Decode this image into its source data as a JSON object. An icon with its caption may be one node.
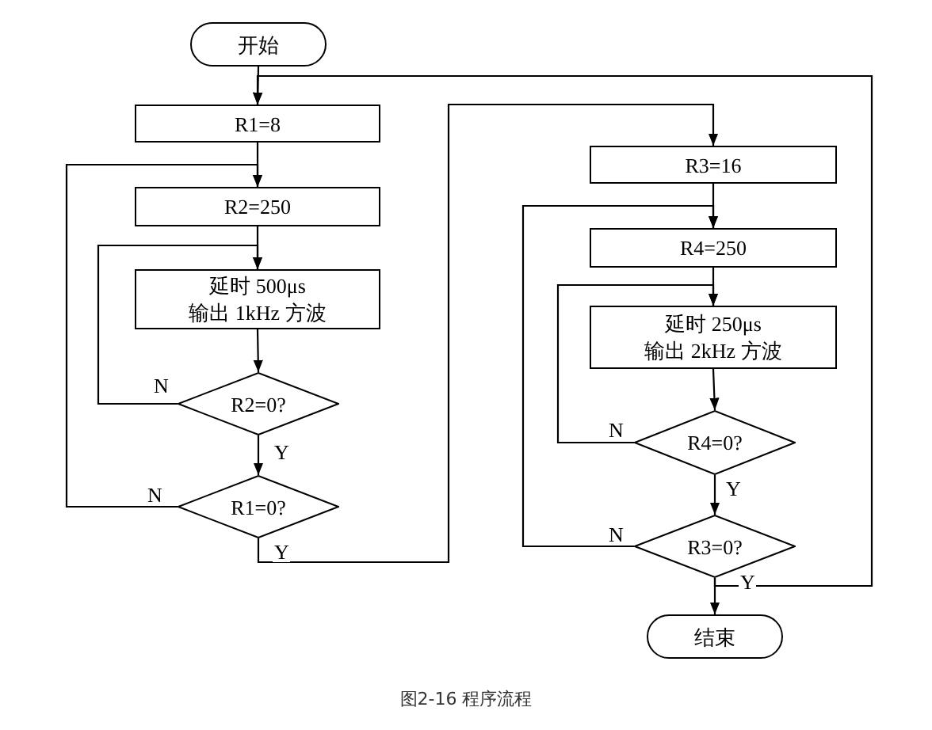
{
  "diagram": {
    "caption": "图2-16 程序流程",
    "nodes": [
      {
        "text": [
          "开始"
        ]
      },
      {
        "text": [
          "R1=8"
        ]
      },
      {
        "text": [
          "R2=250"
        ]
      },
      {
        "text": [
          "延时 500μs 输出 1kHz 方波"
        ]
      },
      {
        "text": [
          "R2=0?"
        ]
      },
      {
        "text": [
          "R1=0?"
        ]
      },
      {
        "text": [
          "R3=16"
        ]
      },
      {
        "text": [
          "R4=250"
        ]
      },
      {
        "text": [
          "延时 250μs 输出 2kHz 方波"
        ]
      },
      {
        "text": [
          "R4=0?"
        ]
      },
      {
        "text": [
          "R3=0?"
        ]
      },
      {
        "text": [
          "结束"
        ]
      }
    ],
    "edges": [
      {
        "from": 0,
        "to": 1,
        "arrow": "to"
      },
      {
        "from": 1,
        "to": 2,
        "arrow": "to"
      },
      {
        "from": 2,
        "to": 3,
        "arrow": "to"
      },
      {
        "from": 3,
        "to": 4,
        "arrow": "to"
      },
      {
        "from": 4,
        "to": 3,
        "arrow": "to",
        "label": "N"
      },
      {
        "from": 4,
        "to": 5,
        "arrow": "to",
        "label": "Y"
      },
      {
        "from": 5,
        "to": 2,
        "arrow": "to",
        "label": "N"
      },
      {
        "from": 5,
        "to": 6,
        "arrow": "to",
        "label": "Y"
      },
      {
        "from": 6,
        "to": 7,
        "arrow": "to"
      },
      {
        "from": 7,
        "to": 8,
        "arrow": "to"
      },
      {
        "from": 8,
        "to": 9,
        "arrow": "to"
      },
      {
        "from": 9,
        "to": 8,
        "arrow": "to",
        "label": "N"
      },
      {
        "from": 9,
        "to": 10,
        "arrow": "to",
        "label": "Y"
      },
      {
        "from": 10,
        "to": 7,
        "arrow": "to",
        "label": "N"
      },
      {
        "from": 10,
        "to": 11,
        "arrow": "to",
        "label": "Y"
      },
      {
        "from": 10,
        "to": 1,
        "arrow": "to"
      }
    ]
  }
}
